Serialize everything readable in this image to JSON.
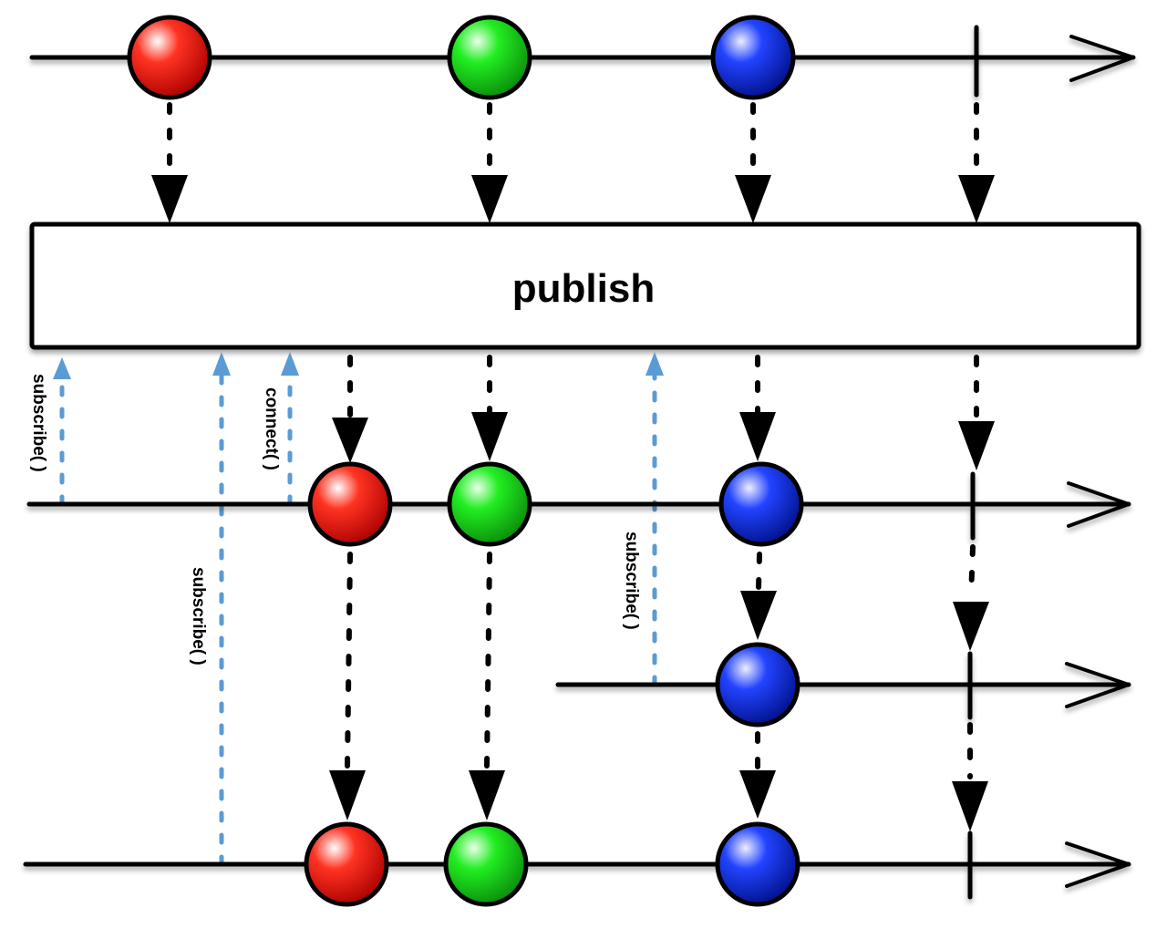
{
  "operator": {
    "label": "publish"
  },
  "calls": {
    "subscribe_1": "subscribe( )",
    "connect": "connect( )",
    "subscribe_2": "subscribe( )",
    "subscribe_3": "subscribe( )"
  },
  "colors": {
    "red": "#ff2200",
    "green": "#11dd11",
    "blue": "#1133ee",
    "call_arrow": "#5b9bd5"
  }
}
